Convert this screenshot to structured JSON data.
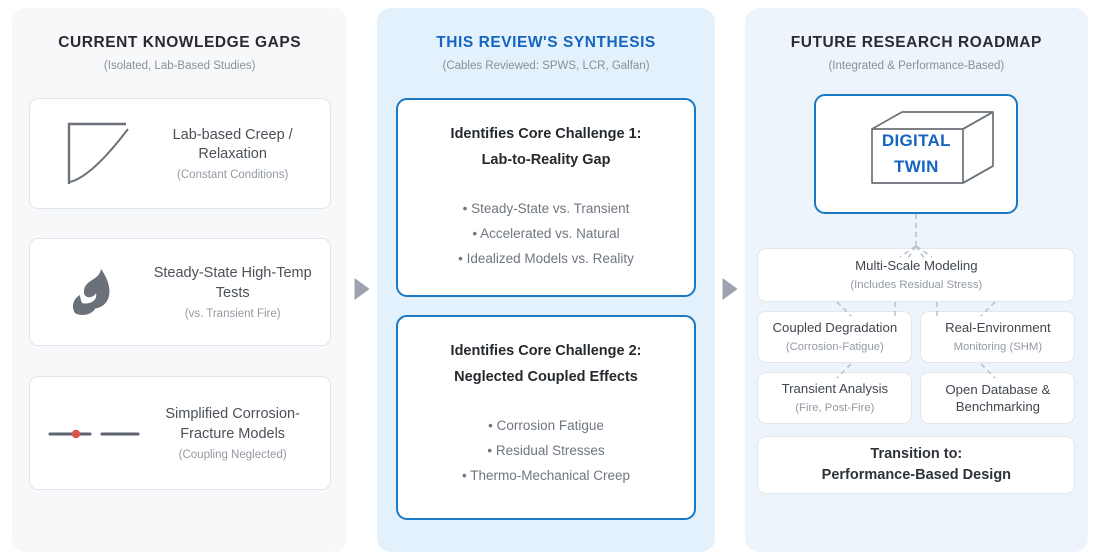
{
  "columns": {
    "gaps": {
      "title": "CURRENT KNOWLEDGE GAPS",
      "subtitle": "(Isolated, Lab-Based Studies)",
      "cards": [
        {
          "icon": "creep-curve-icon",
          "label": "Lab-based Creep / Relaxation",
          "note": "(Constant Conditions)"
        },
        {
          "icon": "flame-icon",
          "label": "Steady-State High-Temp Tests",
          "note": "(vs. Transient Fire)"
        },
        {
          "icon": "fracture-line-icon",
          "label": "Simplified Corrosion- Fracture Models",
          "note": "(Coupling Neglected)"
        }
      ]
    },
    "synthesis": {
      "title": "THIS REVIEW'S SYNTHESIS",
      "subtitle": "(Cables Reviewed: SPWS, LCR, Galfan)",
      "cards": [
        {
          "heading_line1": "Identifies Core Challenge 1:",
          "heading_line2": "Lab-to-Reality Gap",
          "items": [
            "• Steady-State vs. Transient",
            "• Accelerated vs. Natural",
            "• Idealized Models vs. Reality"
          ]
        },
        {
          "heading_line1": "Identifies Core Challenge 2:",
          "heading_line2": "Neglected Coupled Effects",
          "items": [
            "• Corrosion Fatigue",
            "• Residual Stresses",
            "• Thermo-Mechanical Creep"
          ]
        }
      ]
    },
    "roadmap": {
      "title": "FUTURE RESEARCH ROADMAP",
      "subtitle": "(Integrated & Performance-Based)",
      "digital_twin": {
        "line1": "DIGITAL",
        "line2": "TWIN"
      },
      "nodes": {
        "multi_scale": {
          "title": "Multi-Scale Modeling",
          "note": "(Includes Residual Stress)"
        },
        "coupled_degradation": {
          "title": "Coupled Degradation",
          "note": "(Corrosion-Fatigue)"
        },
        "real_environment": {
          "title": "Real-Environment",
          "note": "Monitoring (SHM)"
        },
        "transient_analysis": {
          "title": "Transient Analysis",
          "note": "(Fire, Post-Fire)"
        },
        "open_database": {
          "title": "Open Database &",
          "note": "Benchmarking"
        },
        "transition": {
          "line1": "Transition to:",
          "line2": "Performance-Based Design"
        }
      }
    }
  },
  "connectors": {
    "arrow_1": "flow-arrow-gaps-to-synthesis",
    "arrow_2": "flow-arrow-synthesis-to-roadmap"
  },
  "colors": {
    "accent_blue": "#1565c0",
    "border_blue": "#1b78c2",
    "panel_gaps_bg": "#f7f8fa",
    "panel_synth_bg": "#e2f1fc",
    "panel_roadmap_bg": "#eef4fc",
    "arrow_gray": "#9aa3ae",
    "crack_red": "#d9534f"
  }
}
